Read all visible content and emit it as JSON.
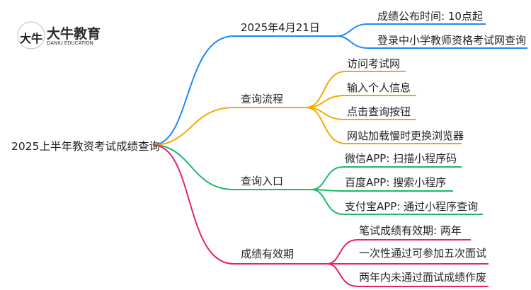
{
  "logo": {
    "name": "大牛教育",
    "subtitle": "DANIU EDUCATION",
    "mark": "大牛"
  },
  "root": "2025上半年教资考试成绩查询",
  "colors": {
    "blue": "#1e88ff",
    "orange": "#f5a800",
    "green": "#1db86a",
    "pink": "#e8206e"
  },
  "branches": [
    {
      "label": "2025年4月21日",
      "children": [
        "成绩公布时间: 10点起",
        "登录中小学教师资格考试网查询"
      ]
    },
    {
      "label": "查询流程",
      "children": [
        "访问考试网",
        "输入个人信息",
        "点击查询按钮",
        "网站加载慢时更换浏览器"
      ]
    },
    {
      "label": "查询入口",
      "children": [
        "微信APP: 扫描小程序码",
        "百度APP: 搜索小程序",
        "支付宝APP: 通过小程序查询"
      ]
    },
    {
      "label": "成绩有效期",
      "children": [
        "笔试成绩有效期: 两年",
        "一次性通过可参加五次面试",
        "两年内未通过面试成绩作废"
      ]
    }
  ]
}
